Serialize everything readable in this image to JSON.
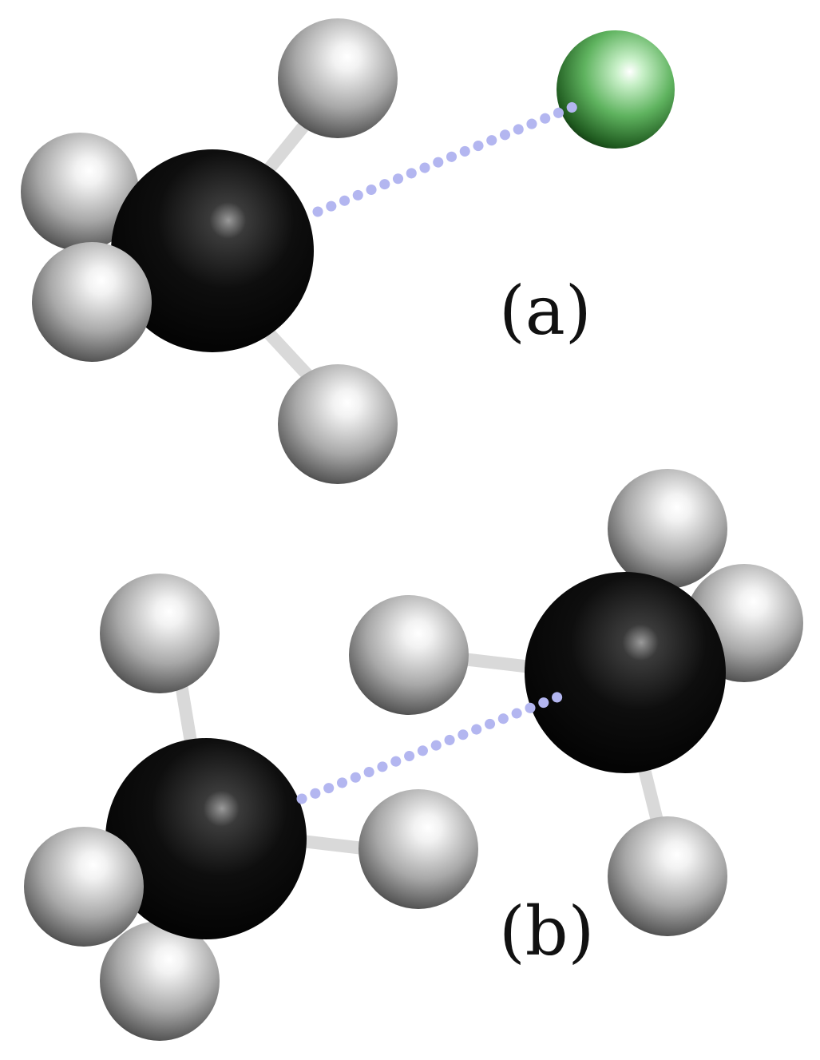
{
  "panels": [
    {
      "id": "a",
      "label": "(a)"
    },
    {
      "id": "b",
      "label": "(b)"
    }
  ],
  "colors": {
    "background": "#ffffff",
    "carbon": "#0b0b0b",
    "hydrogen": "#b0b0b0",
    "chlorine": "#4caf50",
    "bond": "#d9d9d9",
    "contact_line": "#b3b6f0"
  }
}
